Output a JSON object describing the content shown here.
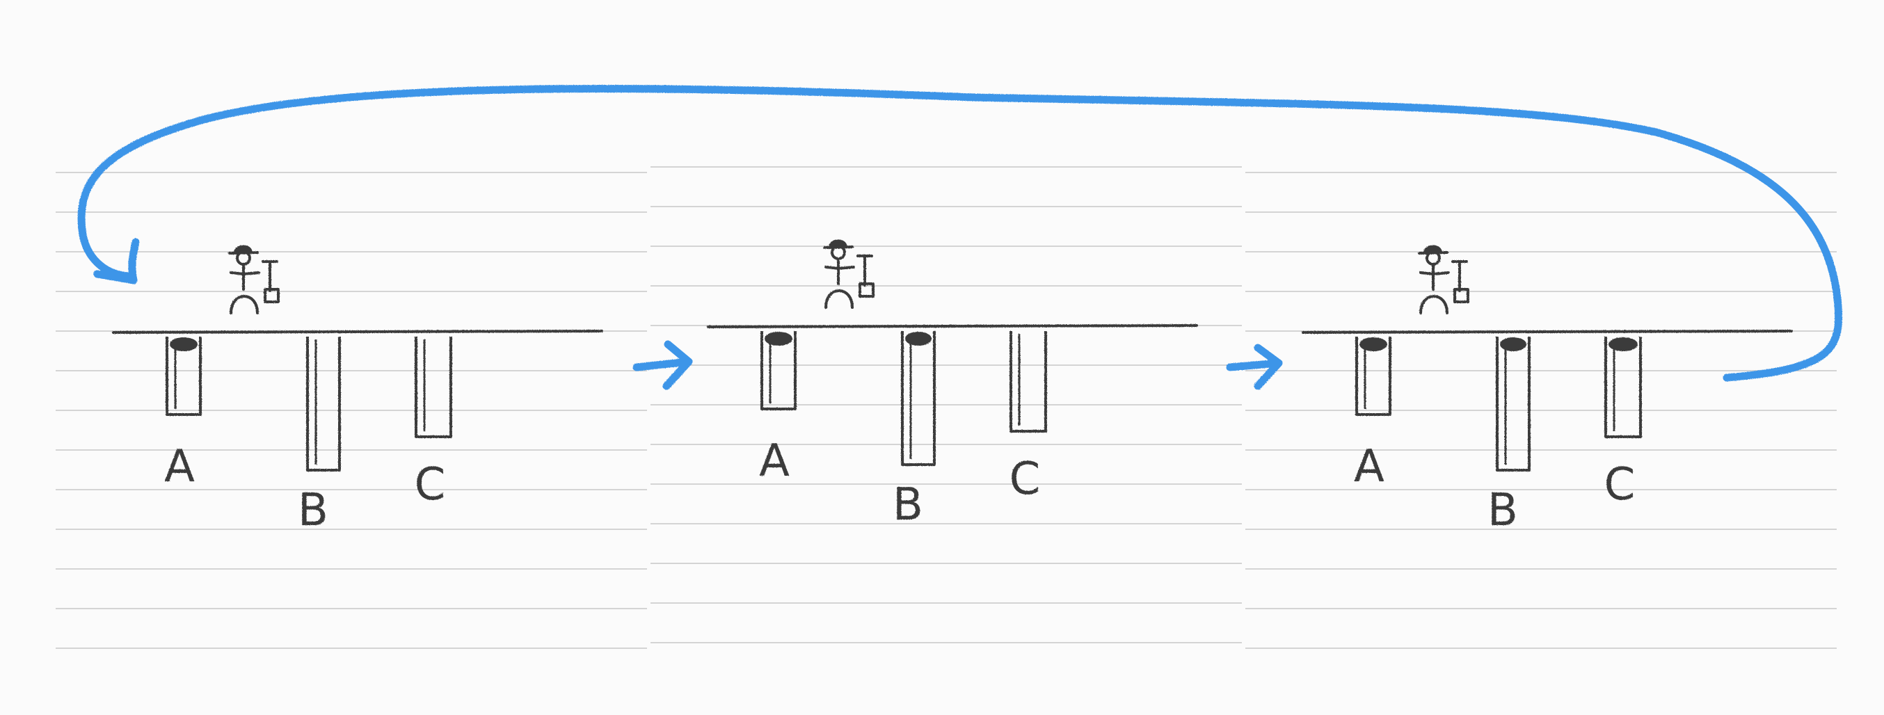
{
  "panels": [
    {
      "holes": [
        {
          "label": "A"
        },
        {
          "label": "B"
        },
        {
          "label": "C"
        }
      ]
    },
    {
      "holes": [
        {
          "label": "A"
        },
        {
          "label": "B"
        },
        {
          "label": "C"
        }
      ]
    },
    {
      "holes": [
        {
          "label": "A"
        },
        {
          "label": "B"
        },
        {
          "label": "C"
        }
      ]
    }
  ],
  "colors": {
    "arrow": "#3d95e8",
    "ink": "#3a3a3a",
    "rule": "#d4d4d4",
    "paper": "#fbfbfb"
  }
}
